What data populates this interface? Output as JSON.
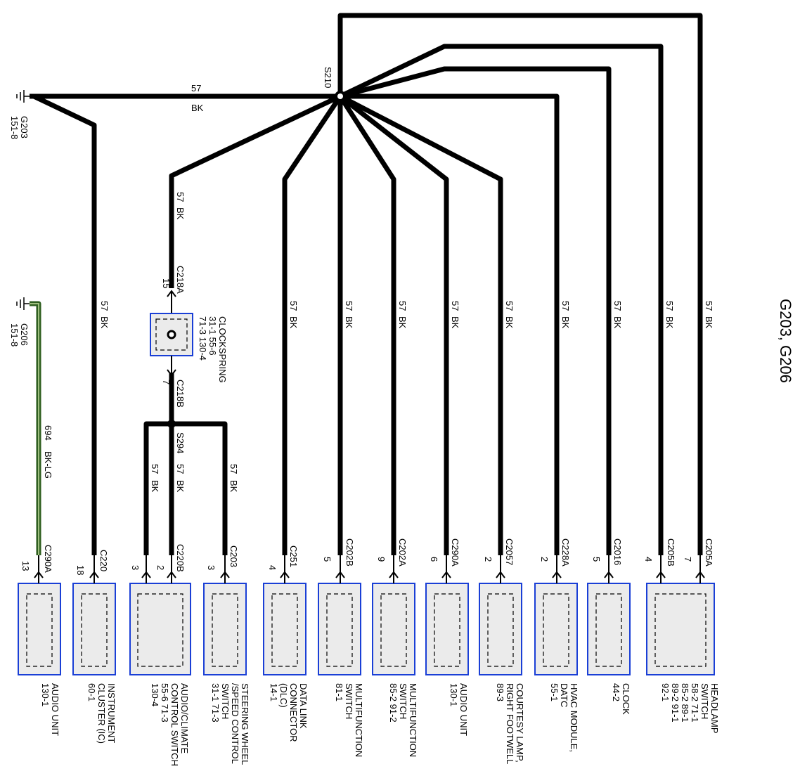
{
  "diagram": {
    "title": "G203, G206",
    "grounds": [
      {
        "id": "g203",
        "name": "G203",
        "ref": "151-8"
      },
      {
        "id": "g206",
        "name": "G206",
        "ref": "151-8"
      }
    ],
    "splices": [
      {
        "id": "s210",
        "name": "S210"
      },
      {
        "id": "s294",
        "name": "S294"
      }
    ],
    "main_wire": {
      "circuit": "57",
      "color": "BK"
    },
    "clockspring": {
      "label_lines": [
        "CLOCKSPRING",
        "31-1   55-6",
        "71-3   130-4"
      ],
      "top_connector": "C218A",
      "top_pin": "15",
      "bottom_connector": "C218B",
      "bottom_pin": "7"
    },
    "wires": {
      "w694": "694",
      "w694_color": "BK-LG",
      "w57": "57",
      "bk": "BK"
    },
    "components": [
      {
        "id": "audio-unit-1",
        "connector": "C290A",
        "pins": [
          "13"
        ],
        "label_lines": [
          "AUDIO UNIT",
          "130-1"
        ]
      },
      {
        "id": "instrument-cluster",
        "connector": "C220",
        "pins": [
          "18"
        ],
        "label_lines": [
          "INSTRUMENT",
          "CLUSTER (IC)",
          "60-1"
        ]
      },
      {
        "id": "audio-climate-switch",
        "connector": "C220B",
        "pins": [
          "3",
          "2"
        ],
        "label_lines": [
          "AUDIO/CLIMATE",
          "CONTROL SWITCH",
          "55-6    71-3",
          "130-4"
        ]
      },
      {
        "id": "steering-wheel-switch",
        "connector": "C203",
        "pins": [
          "3"
        ],
        "label_lines": [
          "STEERING WHEEL",
          "/SPEED CONTROL",
          "SWITCH",
          "31-1    71-3"
        ]
      },
      {
        "id": "data-link-connector",
        "connector": "C251",
        "pins": [
          "4"
        ],
        "label_lines": [
          "DATA LINK",
          "CONNECTOR",
          "(DLC)",
          "14-1"
        ]
      },
      {
        "id": "multifunction-switch-1",
        "connector": "C202B",
        "pins": [
          "5"
        ],
        "label_lines": [
          "MULTIFUNCTION",
          "SWITCH",
          "81-1"
        ]
      },
      {
        "id": "multifunction-switch-2",
        "connector": "C202A",
        "pins": [
          "9"
        ],
        "label_lines": [
          "MULTIFUNCTION",
          "SWITCH",
          "85-2    91-2"
        ]
      },
      {
        "id": "audio-unit-2",
        "connector": "C290A",
        "pins": [
          "6"
        ],
        "label_lines": [
          "AUDIO UNIT",
          "130-1"
        ]
      },
      {
        "id": "courtesy-lamp",
        "connector": "C2057",
        "pins": [
          "2"
        ],
        "label_lines": [
          "COURTESY LAMP,",
          "RIGHT FOOTWELL",
          "89-3"
        ]
      },
      {
        "id": "hvac-module",
        "connector": "C228A",
        "pins": [
          "2"
        ],
        "label_lines": [
          "HVAC MODULE,",
          "DATC",
          "55-1"
        ]
      },
      {
        "id": "clock",
        "connector": "C2016",
        "pins": [
          "5"
        ],
        "label_lines": [
          "CLOCK",
          "44-2"
        ]
      },
      {
        "id": "headlamp-switch",
        "connector": "C205B",
        "connector2": "C205A",
        "pins": [
          "4",
          "7"
        ],
        "label_lines": [
          "HEADLAMP",
          "SWITCH",
          "58-2    71-1",
          "85-2    89-1",
          "89-2    91-1",
          "92-1"
        ]
      }
    ]
  }
}
